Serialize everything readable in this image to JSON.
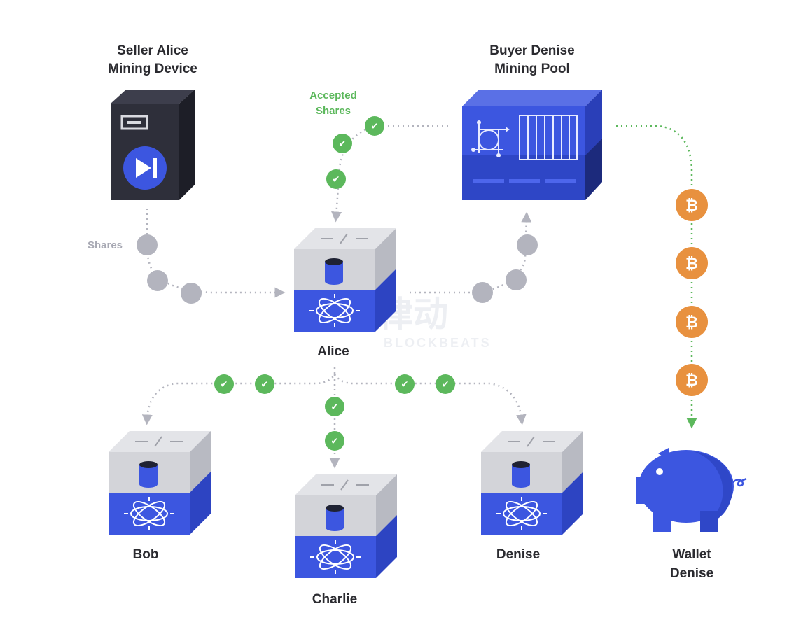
{
  "title": "Hashrate marketplace share flow",
  "nodes": {
    "seller_device": {
      "label_line1": "Seller Alice",
      "label_line2": "Mining Device"
    },
    "buyer_pool": {
      "label_line1": "Buyer Denise",
      "label_line2": "Mining Pool"
    },
    "alice": {
      "label": "Alice"
    },
    "bob": {
      "label": "Bob"
    },
    "charlie": {
      "label": "Charlie"
    },
    "denise": {
      "label": "Denise"
    },
    "wallet": {
      "label_line1": "Wallet",
      "label_line2": "Denise"
    }
  },
  "annotations": {
    "shares": "Shares",
    "accepted_line1": "Accepted",
    "accepted_line2": "Shares"
  },
  "tokens": {
    "share_icon": "gray-dot",
    "accepted_icon": "check-icon",
    "payment_icon": "bitcoin-icon",
    "bitcoin_glyph": "₿",
    "check_glyph": "✔",
    "shares_to_alice_count": 3,
    "alice_to_pool_count": 3,
    "accepted_to_alice_count": 3,
    "alice_to_bob_count": 2,
    "alice_to_charlie_count": 2,
    "alice_to_denise_count": 2,
    "payment_count": 4
  },
  "watermark": {
    "cn": "律动",
    "en": "BLOCKBEATS"
  },
  "colors": {
    "blue": "#3c56e0",
    "blue_dark": "#2a3fb8",
    "gray_box": "#d6d7db",
    "gray_side": "#b6b8c0",
    "dark_device": "#2e2f3a",
    "green": "#5cb85c",
    "gray_dot": "#b3b4be",
    "bitcoin": "#e8913f",
    "text": "#2b2b30"
  }
}
